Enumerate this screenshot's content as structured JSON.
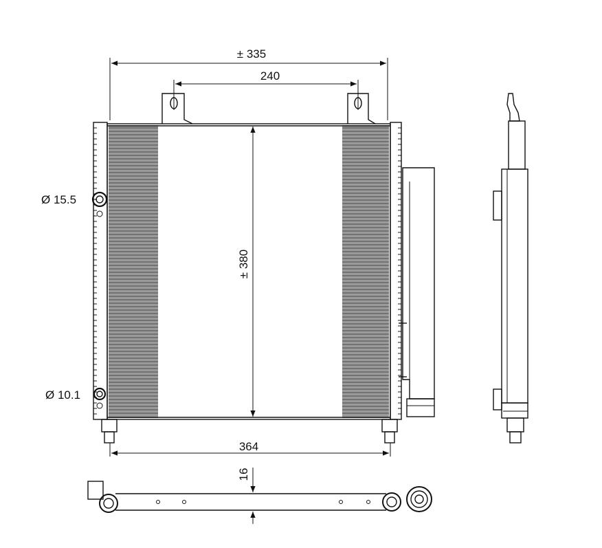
{
  "dimensions": {
    "overall_width": "± 335",
    "bracket_spacing": "240",
    "core_height": "± 380",
    "core_width": "364",
    "depth": "16",
    "inlet_diameter": "Ø 15.5",
    "outlet_diameter": "Ø 10.1"
  },
  "colors": {
    "line": "#111111",
    "fin": "#4a4a4a",
    "background": "#ffffff"
  }
}
